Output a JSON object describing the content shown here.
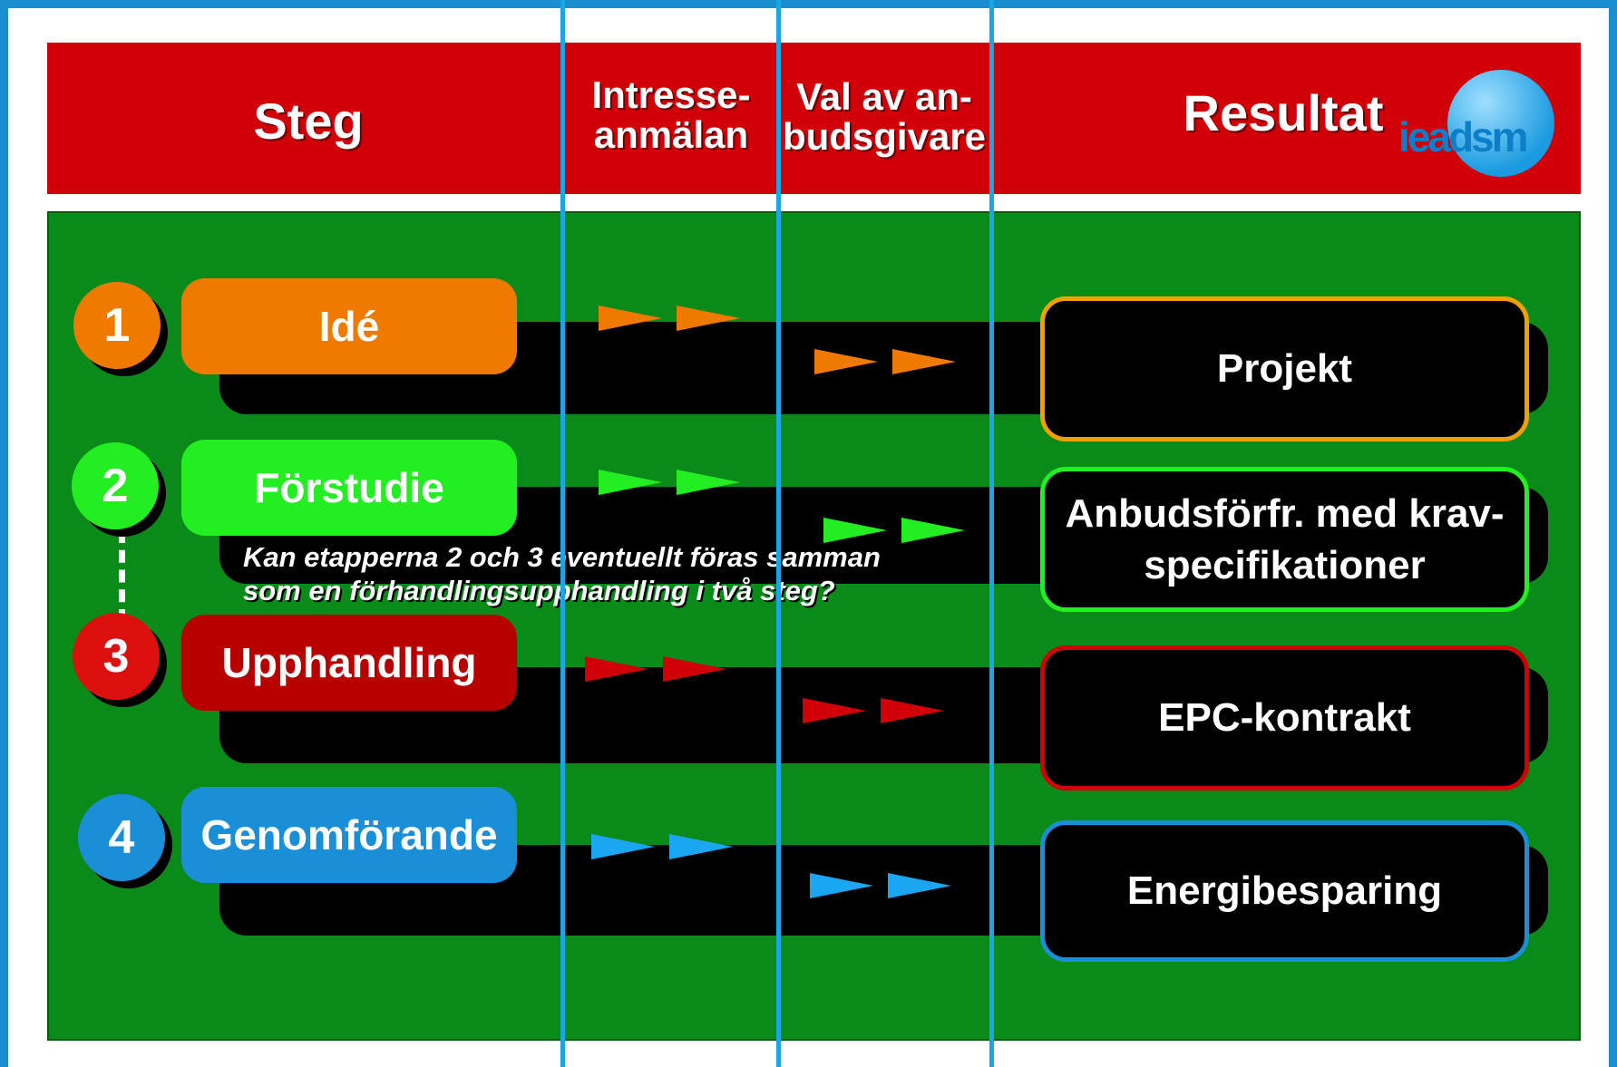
{
  "header": {
    "col_steg": "Steg",
    "col_intresse_line1": "Intresse-",
    "col_intresse_line2": "anmälan",
    "col_val_line1": "Val av an-",
    "col_val_line2": "budsgivare",
    "col_resultat": "Resultat",
    "logo_text": "ieadsm"
  },
  "steps": [
    {
      "number": "1",
      "label": "Idé",
      "result": "Projekt",
      "color": "#f07a00"
    },
    {
      "number": "2",
      "label": "Förstudie",
      "result_line1": "Anbudsförfr. med krav-",
      "result_line2": "specifikationer",
      "color": "#22ee22"
    },
    {
      "number": "3",
      "label": "Upphandling",
      "result": "EPC-kontrakt",
      "color": "#b80000",
      "circle_color": "#dd1010"
    },
    {
      "number": "4",
      "label": "Genomförande",
      "result": "Energibesparing",
      "color": "#1a8fd8"
    }
  ],
  "note": {
    "line1": "Kan etapperna 2 och 3 eventuellt föras samman",
    "line2": "som en förhandlingsupphandling i två steg?"
  },
  "colors": {
    "frame": "#1a8fd0",
    "header": "#d10008",
    "background": "#0a8a18",
    "column_lines": "#19a6e6"
  }
}
